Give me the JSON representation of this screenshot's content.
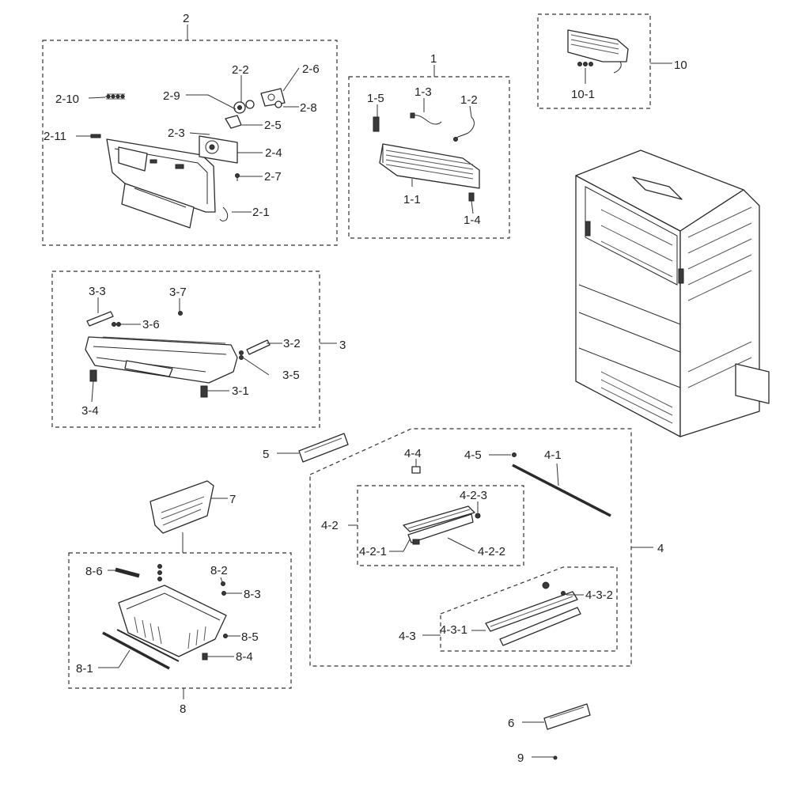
{
  "labels": {
    "g1": "1",
    "g1_1": "1-1",
    "g1_2": "1-2",
    "g1_3": "1-3",
    "g1_4": "1-4",
    "g1_5": "1-5",
    "g2": "2",
    "g2_1": "2-1",
    "g2_2": "2-2",
    "g2_3": "2-3",
    "g2_4": "2-4",
    "g2_5": "2-5",
    "g2_6": "2-6",
    "g2_7": "2-7",
    "g2_8": "2-8",
    "g2_9": "2-9",
    "g2_10": "2-10",
    "g2_11": "2-11",
    "g3": "3",
    "g3_1": "3-1",
    "g3_2": "3-2",
    "g3_3": "3-3",
    "g3_4": "3-4",
    "g3_5": "3-5",
    "g3_6": "3-6",
    "g3_7": "3-7",
    "g4": "4",
    "g4_1": "4-1",
    "g4_2": "4-2",
    "g4_2_1": "4-2-1",
    "g4_2_2": "4-2-2",
    "g4_2_3": "4-2-3",
    "g4_3": "4-3",
    "g4_3_1": "4-3-1",
    "g4_3_2": "4-3-2",
    "g4_4": "4-4",
    "g4_5": "4-5",
    "g5": "5",
    "g6": "6",
    "g7": "7",
    "g8": "8",
    "g8_1": "8-1",
    "g8_2": "8-2",
    "g8_3": "8-3",
    "g8_4": "8-4",
    "g8_5": "8-5",
    "g8_6": "8-6",
    "g9": "9",
    "g10": "10",
    "g10_1": "10-1"
  },
  "colors": {
    "line": "#333333",
    "background": "#ffffff"
  }
}
